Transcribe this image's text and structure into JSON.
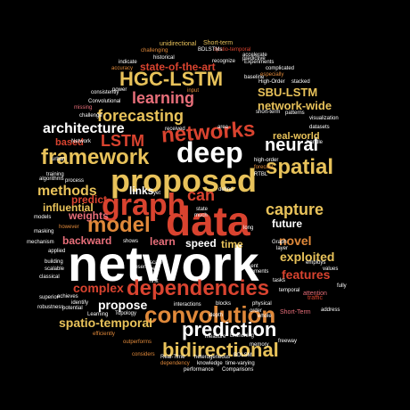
{
  "palette": {
    "background": "#000000",
    "white": "#ffffff",
    "yellow": "#e8c25a",
    "orange": "#e0893a",
    "red": "#d9432f",
    "pink": "#e86f7a"
  },
  "words": [
    {
      "text": "network",
      "color": "white",
      "rank": 1
    },
    {
      "text": "data",
      "color": "red",
      "rank": 2
    },
    {
      "text": "deep",
      "color": "white",
      "rank": 2
    },
    {
      "text": "proposed",
      "color": "yellow",
      "rank": 2
    },
    {
      "text": "graph",
      "color": "red",
      "rank": 2
    },
    {
      "text": "dependencies",
      "color": "red",
      "rank": 3
    },
    {
      "text": "convolution",
      "color": "orange",
      "rank": 3
    },
    {
      "text": "networks",
      "color": "red",
      "rank": 3
    },
    {
      "text": "framework",
      "color": "yellow",
      "rank": 3
    },
    {
      "text": "model",
      "color": "orange",
      "rank": 3
    },
    {
      "text": "prediction",
      "color": "white",
      "rank": 3
    },
    {
      "text": "bidirectional",
      "color": "yellow",
      "rank": 3
    },
    {
      "text": "LSTM",
      "color": "red",
      "rank": 3
    },
    {
      "text": "spatial",
      "color": "yellow",
      "rank": 3
    },
    {
      "text": "HGC-LSTM",
      "color": "yellow",
      "rank": 4
    },
    {
      "text": "learning",
      "color": "pink",
      "rank": 4
    },
    {
      "text": "forecasting",
      "color": "yellow",
      "rank": 4
    },
    {
      "text": "architecture",
      "color": "white",
      "rank": 4
    },
    {
      "text": "methods",
      "color": "yellow",
      "rank": 4
    },
    {
      "text": "neural",
      "color": "white",
      "rank": 4
    },
    {
      "text": "can",
      "color": "red",
      "rank": 4
    },
    {
      "text": "capture",
      "color": "yellow",
      "rank": 4
    },
    {
      "text": "exploited",
      "color": "yellow",
      "rank": 4
    },
    {
      "text": "features",
      "color": "red",
      "rank": 4
    },
    {
      "text": "novel",
      "color": "orange",
      "rank": 4
    },
    {
      "text": "complex",
      "color": "red",
      "rank": 4
    },
    {
      "text": "spatio-temporal",
      "color": "yellow",
      "rank": 4
    },
    {
      "text": "propose",
      "color": "white",
      "rank": 4
    },
    {
      "text": "state-of-the-art",
      "color": "red",
      "rank": 5
    },
    {
      "text": "SBU-LSTM",
      "color": "yellow",
      "rank": 5
    },
    {
      "text": "network-wide",
      "color": "yellow",
      "rank": 5
    },
    {
      "text": "real-world",
      "color": "yellow",
      "rank": 5
    },
    {
      "text": "influential",
      "color": "yellow",
      "rank": 5
    },
    {
      "text": "weights",
      "color": "pink",
      "rank": 5
    },
    {
      "text": "predict",
      "color": "red",
      "rank": 5
    },
    {
      "text": "links",
      "color": "white",
      "rank": 5
    },
    {
      "text": "backward",
      "color": "pink",
      "rank": 5
    },
    {
      "text": "learn",
      "color": "pink",
      "rank": 5
    },
    {
      "text": "speed",
      "color": "white",
      "rank": 5
    },
    {
      "text": "time",
      "color": "yellow",
      "rank": 5
    },
    {
      "text": "future",
      "color": "white",
      "rank": 5
    },
    {
      "text": "based",
      "color": "red",
      "rank": 5
    },
    {
      "text": "unidirectional",
      "color": "yellow",
      "rank": 6
    },
    {
      "text": "Short-term",
      "color": "yellow",
      "rank": 6
    },
    {
      "text": "spatio-temporal",
      "color": "red",
      "rank": 6
    },
    {
      "text": "accelerate",
      "color": "white",
      "rank": 6
    },
    {
      "text": "predictive",
      "color": "white",
      "rank": 6
    },
    {
      "text": "BDLSTMs",
      "color": "white",
      "rank": 6
    },
    {
      "text": "challenging",
      "color": "orange",
      "rank": 6
    },
    {
      "text": "historical",
      "color": "white",
      "rank": 6
    },
    {
      "text": "recognize",
      "color": "white",
      "rank": 6
    },
    {
      "text": "Experiments",
      "color": "white",
      "rank": 6
    },
    {
      "text": "indicate",
      "color": "white",
      "rank": 6
    },
    {
      "text": "accuracy",
      "color": "orange",
      "rank": 6
    },
    {
      "text": "complicated",
      "color": "white",
      "rank": 6
    },
    {
      "text": "baseline",
      "color": "white",
      "rank": 6
    },
    {
      "text": "especially",
      "color": "orange",
      "rank": 6
    },
    {
      "text": "High-Order",
      "color": "white",
      "rank": 6
    },
    {
      "text": "stacked",
      "color": "white",
      "rank": 6
    },
    {
      "text": "power",
      "color": "white",
      "rank": 6
    },
    {
      "text": "consistently",
      "color": "white",
      "rank": 6
    },
    {
      "text": "input",
      "color": "orange",
      "rank": 6
    },
    {
      "text": "missing",
      "color": "pink",
      "rank": 6
    },
    {
      "text": "challenge",
      "color": "white",
      "rank": 6
    },
    {
      "text": "short-term",
      "color": "white",
      "rank": 6
    },
    {
      "text": "patterns",
      "color": "white",
      "rank": 6
    },
    {
      "text": "visualization",
      "color": "white",
      "rank": 6
    },
    {
      "text": "datasets",
      "color": "white",
      "rank": 6
    },
    {
      "text": "handle",
      "color": "white",
      "rank": 6
    },
    {
      "text": "received",
      "color": "white",
      "rank": 6
    },
    {
      "text": "area",
      "color": "white",
      "rank": 6
    },
    {
      "text": "high-order",
      "color": "white",
      "rank": 6
    },
    {
      "text": "forecast",
      "color": "orange",
      "rank": 6
    },
    {
      "text": "RTBL",
      "color": "white",
      "rank": 6
    },
    {
      "text": "urban",
      "color": "white",
      "rank": 6
    },
    {
      "text": "training",
      "color": "white",
      "rank": 6
    },
    {
      "text": "algorithms",
      "color": "white",
      "rank": 6
    },
    {
      "text": "process",
      "color": "white",
      "rank": 6
    },
    {
      "text": "define",
      "color": "white",
      "rank": 6
    },
    {
      "text": "models",
      "color": "white",
      "rank": 6
    },
    {
      "text": "masking",
      "color": "white",
      "rank": 6
    },
    {
      "text": "mechanism",
      "color": "white",
      "rank": 6
    },
    {
      "text": "applied",
      "color": "white",
      "rank": 6
    },
    {
      "text": "however",
      "color": "orange",
      "rank": 6
    },
    {
      "text": "state",
      "color": "white",
      "rank": 6
    },
    {
      "text": "much",
      "color": "white",
      "rank": 6
    },
    {
      "text": "long",
      "color": "white",
      "rank": 6
    },
    {
      "text": "shows",
      "color": "white",
      "rank": 6
    },
    {
      "text": "employs",
      "color": "white",
      "rank": 6
    },
    {
      "text": "values",
      "color": "white",
      "rank": 6
    },
    {
      "text": "building",
      "color": "white",
      "rank": 6
    },
    {
      "text": "scalable",
      "color": "white",
      "rank": 6
    },
    {
      "text": "classical",
      "color": "white",
      "rank": 6
    },
    {
      "text": "scale",
      "color": "white",
      "rank": 6
    },
    {
      "text": "best",
      "color": "white",
      "rank": 6
    },
    {
      "text": "first",
      "color": "white",
      "rank": 6
    },
    {
      "text": "present",
      "color": "white",
      "rank": 6
    },
    {
      "text": "achieves",
      "color": "white",
      "rank": 6
    },
    {
      "text": "robustness",
      "color": "white",
      "rank": 6
    },
    {
      "text": "identify",
      "color": "white",
      "rank": 6
    },
    {
      "text": "potential",
      "color": "white",
      "rank": 6
    },
    {
      "text": "attention",
      "color": "pink",
      "rank": 6
    },
    {
      "text": "traffic",
      "color": "red",
      "rank": 6
    },
    {
      "text": "address",
      "color": "white",
      "rank": 6
    },
    {
      "text": "Short-Term",
      "color": "pink",
      "rank": 6
    },
    {
      "text": "Topology",
      "color": "white",
      "rank": 6
    },
    {
      "text": "Learning",
      "color": "white",
      "rank": 6
    },
    {
      "text": "interactions",
      "color": "white",
      "rank": 6
    },
    {
      "text": "blocks",
      "color": "white",
      "rank": 6
    },
    {
      "text": "physical",
      "color": "white",
      "rank": 6
    },
    {
      "text": "whole",
      "color": "white",
      "rank": 6
    },
    {
      "text": "freeway",
      "color": "white",
      "rank": 6
    },
    {
      "text": "memory",
      "color": "white",
      "rank": 6
    },
    {
      "text": "efficiently",
      "color": "orange",
      "rank": 6
    },
    {
      "text": "outperforms",
      "color": "orange",
      "rank": 6
    },
    {
      "text": "Branching",
      "color": "white",
      "rank": 6
    },
    {
      "text": "considers",
      "color": "orange",
      "rank": 6
    },
    {
      "text": "measure",
      "color": "white",
      "rank": 6
    },
    {
      "text": "BDLSM",
      "color": "white",
      "rank": 6
    },
    {
      "text": "Real-Time",
      "color": "white",
      "rank": 6
    },
    {
      "text": "dependency",
      "color": "orange",
      "rank": 6
    },
    {
      "text": "knowledge",
      "color": "white",
      "rank": 6
    },
    {
      "text": "time-varying",
      "color": "white",
      "rank": 6
    },
    {
      "text": "heterogeneous",
      "color": "white",
      "rank": 6
    },
    {
      "text": "performance",
      "color": "white",
      "rank": 6
    },
    {
      "text": "Comparisons",
      "color": "white",
      "rank": 6
    },
    {
      "text": "Convolutional",
      "color": "white",
      "rank": 6
    },
    {
      "text": "Graph",
      "color": "white",
      "rank": 6
    },
    {
      "text": "layer",
      "color": "white",
      "rank": 6
    },
    {
      "text": "Network",
      "color": "white",
      "rank": 6
    },
    {
      "text": "superior",
      "color": "white",
      "rank": 6
    },
    {
      "text": "depth",
      "color": "white",
      "rank": 6
    },
    {
      "text": "tasks",
      "color": "white",
      "rank": 6
    },
    {
      "text": "temporal",
      "color": "white",
      "rank": 6
    },
    {
      "text": "elements",
      "color": "white",
      "rank": 6
    },
    {
      "text": "fully",
      "color": "white",
      "rank": 6
    },
    {
      "text": "yet",
      "color": "white",
      "rank": 6
    },
    {
      "text": "recent",
      "color": "white",
      "rank": 6
    },
    {
      "text": "order",
      "color": "white",
      "rank": 6
    }
  ]
}
